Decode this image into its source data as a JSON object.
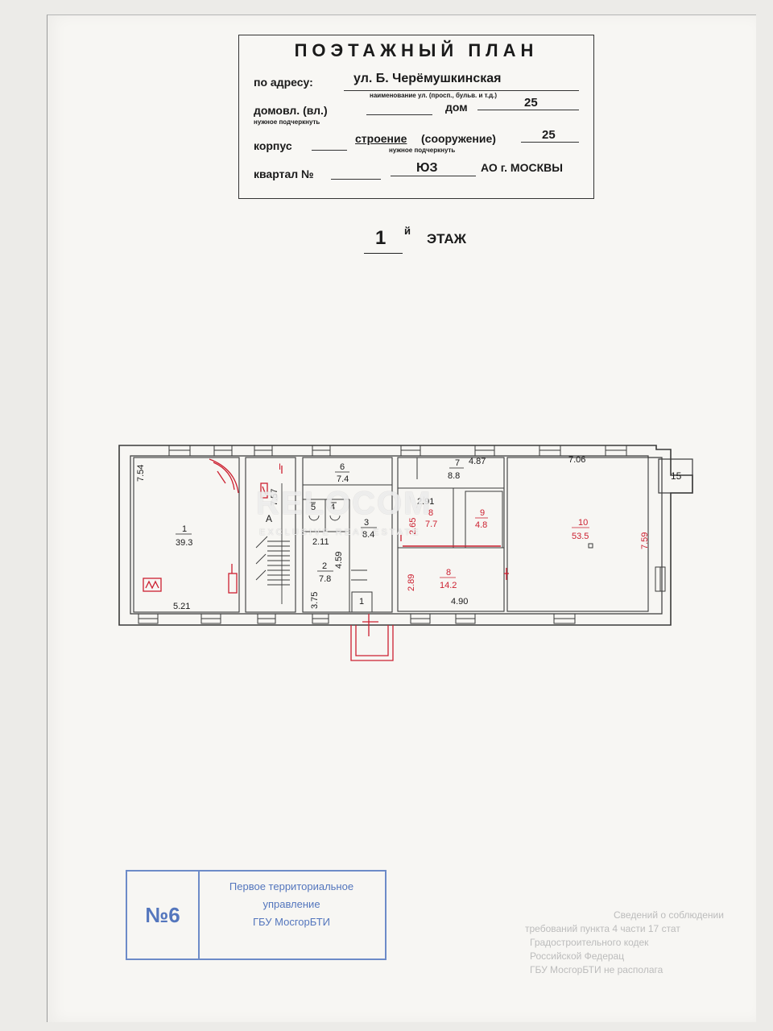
{
  "header": {
    "title": "ПОЭТАЖНЫЙ ПЛАН",
    "address_label": "по адресу:",
    "street_value": "ул. Б. Черёмушкинская",
    "street_note": "наименование ул. (просп., бульв. и т.д.)",
    "domovl_label": "домовл. (вл.)",
    "domovl_note": "нужное подчеркнуть",
    "dom_label": "дом",
    "dom_value": "25",
    "korpus_label": "корпус",
    "stroenie_label": "строение",
    "sooruzhenie_label": "(сооружение)",
    "stroenie_note": "нужное подчеркнуть",
    "stroenie_value": "25",
    "kvartal_label": "квартал №",
    "district_value": "ЮЗ",
    "city_label": "АО г. МОСКВЫ"
  },
  "floor": {
    "number": "1",
    "suffix": "й",
    "label": "ЭТАЖ"
  },
  "plan": {
    "rooms": [
      {
        "id": "1",
        "area": "39.3"
      },
      {
        "id": "2",
        "area": "7.8"
      },
      {
        "id": "3",
        "area": "8.4"
      },
      {
        "id": "4",
        "area": ""
      },
      {
        "id": "5",
        "area": ""
      },
      {
        "id": "6",
        "area": "7.4"
      },
      {
        "id": "7",
        "area": "8.8"
      },
      {
        "id": "8",
        "area": "14.2"
      },
      {
        "id": "9",
        "area": "4.8"
      },
      {
        "id": "10",
        "area": "53.5"
      },
      {
        "id": "15",
        "area": ""
      },
      {
        "id": "1",
        "area": ""
      },
      {
        "id": "А",
        "area": ""
      },
      {
        "id": "8",
        "area": "7.7"
      }
    ],
    "dimensions": [
      "7.54",
      "5.21",
      "7.57",
      "2.11",
      "4.59",
      "3.75",
      "2.91",
      "2.65",
      "4.87",
      "7.06",
      "7.59",
      "2.89",
      "4.90"
    ],
    "stair_mark": "I"
  },
  "watermark": {
    "brand": "RELOCOM",
    "tagline": "EXCLUSIVE REAL ESTATE"
  },
  "stamp": {
    "number": "№6",
    "line1": "Первое территориальное",
    "line2": "управление",
    "line3": "ГБУ МосгорБТИ"
  },
  "note": {
    "lines": [
      "Сведений о соблюдении",
      "требований пункта 4 части 17 стат",
      "Градостроительного кодек",
      "Российской Федерац",
      "ГБУ МосгорБТИ не располага"
    ]
  },
  "colors": {
    "red_marks": "#cc2030",
    "stamp_blue": "#5476bd"
  }
}
